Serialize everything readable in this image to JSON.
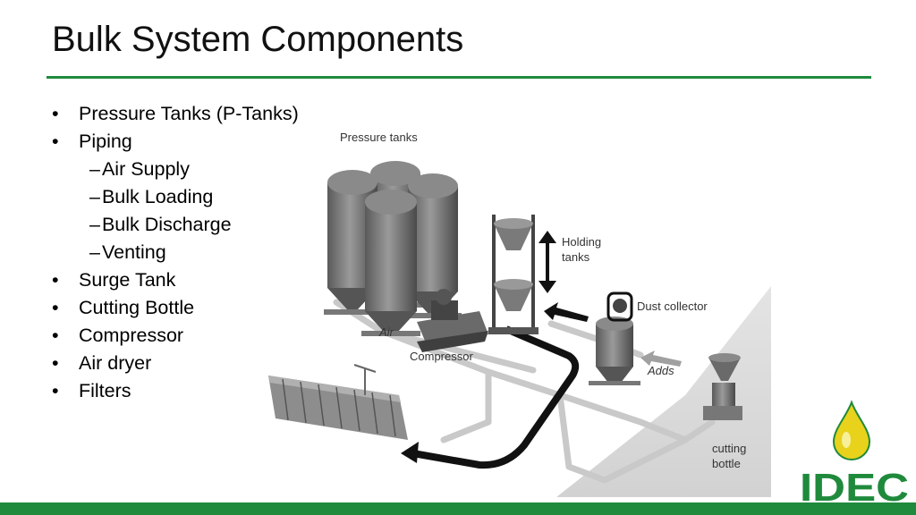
{
  "slide": {
    "title": "Bulk System Components"
  },
  "bullets": [
    {
      "level": 1,
      "text": "Pressure Tanks (P-Tanks)"
    },
    {
      "level": 1,
      "text": "Piping"
    },
    {
      "level": 2,
      "text": "Air Supply"
    },
    {
      "level": 2,
      "text": "Bulk Loading"
    },
    {
      "level": 2,
      "text": "Bulk Discharge"
    },
    {
      "level": 2,
      "text": "Venting"
    },
    {
      "level": 1,
      "text": "Surge Tank"
    },
    {
      "level": 1,
      "text": "Cutting Bottle"
    },
    {
      "level": 1,
      "text": "Compressor"
    },
    {
      "level": 1,
      "text": "Air dryer"
    },
    {
      "level": 1,
      "text": "Filters"
    }
  ],
  "diagram": {
    "pressure_tanks_label": "Pressure tanks",
    "holding_tanks_label_1": "Holding",
    "holding_tanks_label_2": "tanks",
    "dust_collector_label": "Dust collector",
    "air_label": "Air",
    "compressor_label": "Compressor",
    "adds_label": "Adds",
    "cutting_bottle_label_1": "cutting",
    "cutting_bottle_label_2": "bottle"
  },
  "logo": {
    "text": "IDEC",
    "colors": {
      "green": "#1f8a3c",
      "drop": "#e8d21c"
    }
  },
  "colors": {
    "accent_green": "#1f8a3c"
  }
}
